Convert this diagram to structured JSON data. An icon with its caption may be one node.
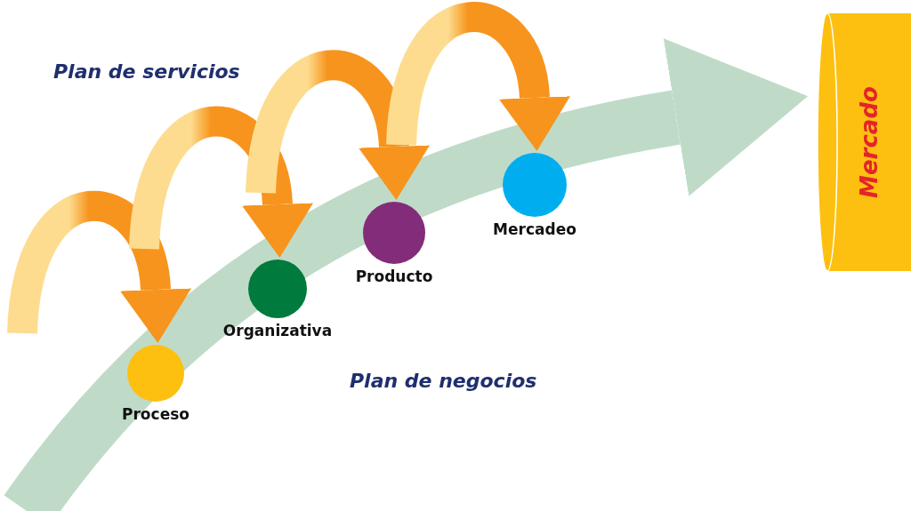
{
  "diagram": {
    "nodes": [
      {
        "text": [],
        "shape": "circle",
        "beside": [
          "Proceso"
        ]
      },
      {
        "text": [],
        "shape": "circle",
        "beside": [
          "Organizativa"
        ]
      },
      {
        "text": [],
        "shape": "circle",
        "beside": [
          "Producto"
        ]
      },
      {
        "text": [],
        "shape": "circle",
        "beside": [
          "Mercadeo"
        ]
      },
      {
        "text": [
          "Mercado"
        ]
      }
    ],
    "edges": [
      {
        "from": null,
        "to": 0,
        "arrow": "to"
      },
      {
        "from": null,
        "to": 1,
        "arrow": "to"
      },
      {
        "from": null,
        "to": 2,
        "arrow": "to"
      },
      {
        "from": null,
        "to": 3,
        "arrow": "to"
      },
      {
        "from": null,
        "to": 4,
        "arrow": "to",
        "color": "#bfdbc8"
      }
    ],
    "labels": [
      "Plan de servicios",
      "Plan de negocios"
    ]
  }
}
